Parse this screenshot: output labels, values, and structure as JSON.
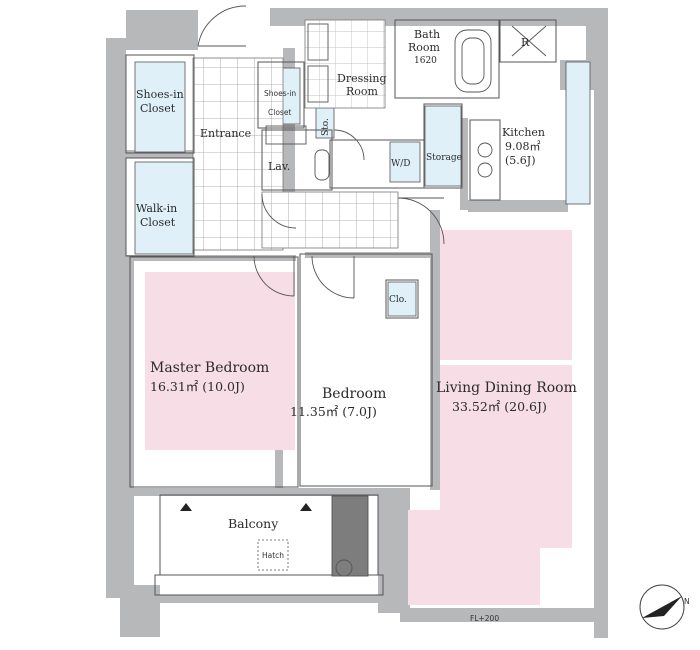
{
  "colors": {
    "wall": "#b7b8ba",
    "room_pink": "#f6dde6",
    "storage_blue": "#dff0f8",
    "line": "#555555",
    "tile": "#9a9a9a"
  },
  "rooms": {
    "bath": {
      "line1": "Bath",
      "line2": "Room",
      "size": "1620"
    },
    "dressing": {
      "line1": "Dressing",
      "line2": "Room"
    },
    "fridge": {
      "mark": "R"
    },
    "shoes_left": {
      "line1": "Shoes-in",
      "line2": "Closet"
    },
    "shoes_right": {
      "line1": "Shoes-in",
      "line2": "Closet"
    },
    "entrance": {
      "label": "Entrance"
    },
    "sto": {
      "label": "Sto."
    },
    "lav": {
      "label": "Lav."
    },
    "wd": {
      "label": "W/D"
    },
    "storage": {
      "label": "Storage"
    },
    "kitchen": {
      "name": "Kitchen",
      "area": "9.08㎡",
      "tatami": "(5.6J)"
    },
    "walkin": {
      "line1": "Walk-in",
      "line2": "Closet"
    },
    "clo": {
      "label": "Clo."
    },
    "master": {
      "name": "Master Bedroom",
      "area": "16.31㎡ (10.0J)"
    },
    "bedroom": {
      "name": "Bedroom",
      "area": "11.35㎡ (7.0J)"
    },
    "living": {
      "name": "Living Dining Room",
      "area": "33.52㎡ (20.6J)"
    },
    "balcony": {
      "name": "Balcony",
      "hatch": "Hatch"
    }
  },
  "annotations": {
    "floor_level": "FL+200",
    "north": "N"
  }
}
